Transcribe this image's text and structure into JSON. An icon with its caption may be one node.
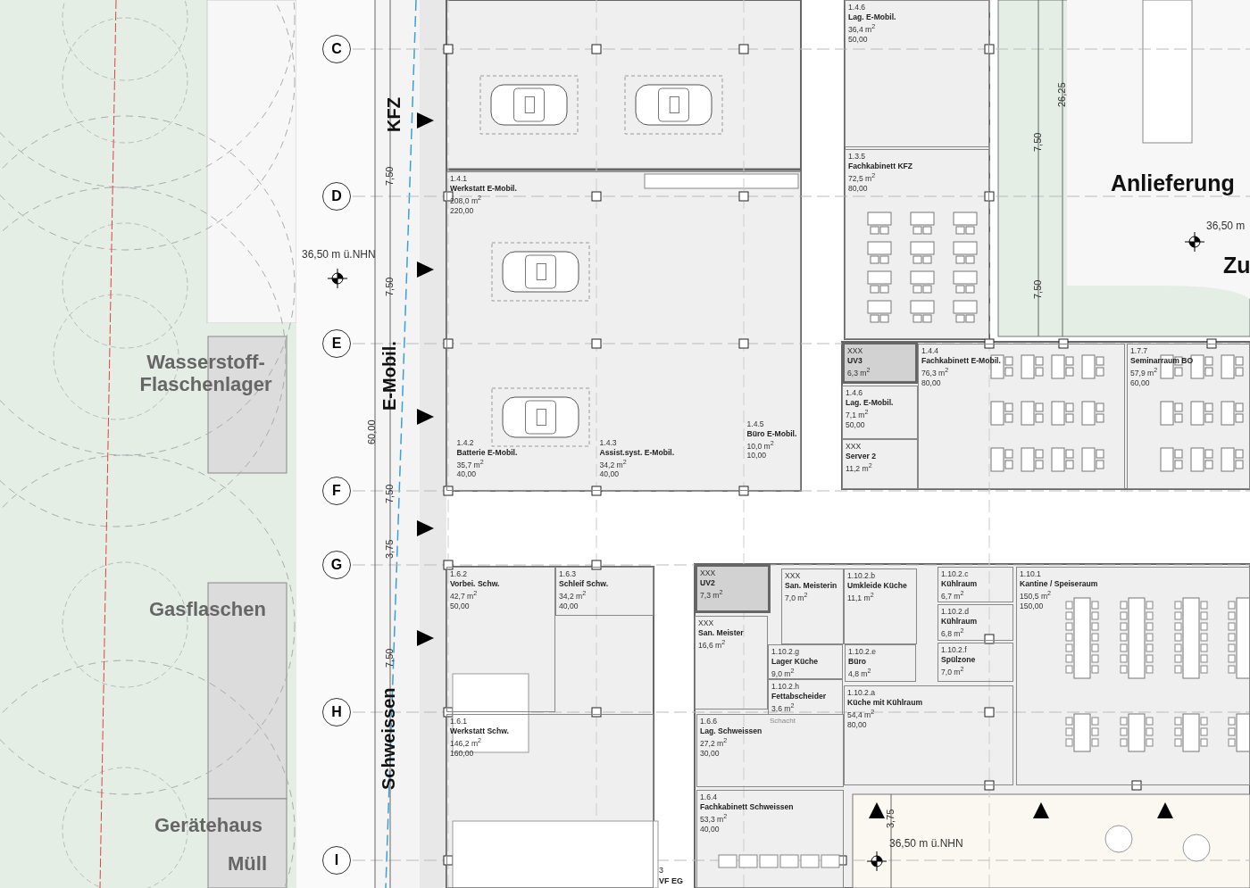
{
  "diagram": {
    "nodes": [
      {
        "text": [
          "C"
        ]
      },
      {
        "text": [
          "1.4.6",
          "Lag. E-Mobil.",
          "36,4 m$^{2}$",
          "50,00"
        ]
      },
      {
        "text": [
          "1.3.5",
          "Fachkabinett  KFZ",
          "72,5 m$^{2}$",
          "80,00"
        ]
      },
      {
        "text": [
          "D"
        ]
      },
      {
        "text": [
          "1.4.1",
          "Werkstatt E-Mobil.",
          "208,0 m$^{2}$",
          "220,00"
        ]
      },
      {
        "text": [
          "1.4.2",
          "Batterie E-Mobil.",
          "35,7 m$^{2}$",
          "40,00"
        ],
        "in": 4
      },
      {
        "text": [
          "1.4.3",
          "Assist.syst. E-Mobil.",
          "34,2 m$^{2}$",
          "40,00"
        ],
        "in": 4
      },
      {
        "text": [
          "1.4.5",
          "Büro E-Mobil.",
          "10,0 m$^{2}$",
          "10,00"
        ],
        "in": 4
      },
      {
        "text": [
          "E"
        ]
      },
      {
        "text": [
          "XXX",
          "UV3",
          "6,3 m$^{2}$"
        ]
      },
      {
        "text": [
          "1.4.4",
          "Fachkabinett E-Mobil.",
          "76,3 m$^{2}$",
          "80,00"
        ]
      },
      {
        "text": [
          "1.7.7",
          "Seminarraum BO",
          "57,9 m$^{2}$",
          "60,00"
        ]
      },
      {
        "text": [
          "1.4.6",
          "Lag. E-Mobil.",
          "7,1 m$^{2}$",
          "50,00"
        ]
      },
      {
        "text": [
          "XXX",
          "Server 2",
          "11,2 m$^{2}$"
        ]
      },
      {
        "text": [
          "F"
        ]
      },
      {
        "text": [
          "G"
        ]
      },
      {
        "text": [
          "1.6.2",
          "Vorbei. Schw.",
          "42,7 m$^{2}$",
          "50,00"
        ]
      },
      {
        "text": [
          "1.6.3",
          "Schleif Schw.",
          "34,2 m$^{2}$",
          "40,00"
        ]
      },
      {
        "text": [
          "XXX",
          "UV2",
          "7,3 m$^{2}$"
        ]
      },
      {
        "text": [
          "XXX",
          "San. Meisterin",
          "7,0 m$^{2}$"
        ]
      },
      {
        "text": [
          "1.10.2.b",
          "Umkleide Küche",
          "11,1 m$^{2}$"
        ]
      },
      {
        "text": [
          "1.10.2.c",
          "Kühlraum",
          "6,7 m$^{2}$"
        ]
      },
      {
        "text": [
          "1.10.1",
          "Kantine / Speiseraum",
          "150,5 m$^{2}$",
          "150,00"
        ]
      },
      {
        "text": [
          "1.10.2.d",
          "Kühlraum",
          "6,8 m$^{2}$"
        ]
      },
      {
        "text": [
          "XXX",
          "San. Meister",
          "16,6 m$^{2}$"
        ]
      },
      {
        "text": [
          "1.10.2.g",
          "Lager Küche",
          "9,0 m$^{2}$"
        ]
      },
      {
        "text": [
          "1.10.2.h",
          "Fettabscheider",
          "3,6 m$^{2}$"
        ]
      },
      {
        "text": [
          "1.10.2.e",
          "Büro",
          "4,8 m$^{2}$"
        ]
      },
      {
        "text": [
          "1.10.2.f",
          "Spülzone",
          "7,0 m$^{2}$"
        ]
      },
      {
        "text": [
          "H"
        ]
      },
      {
        "text": [
          "1.6.6",
          "Lag. Schweissen",
          "27,2 m$^{2}$",
          "30,00"
        ]
      },
      {
        "text": [
          "1.10.2.a",
          "Küche mit Kühlraum",
          "54,4 m$^{2}$",
          "80,00"
        ]
      },
      {
        "text": [
          "1.6.1",
          "Werkstatt Schw.",
          "146,2 m$^{2}$",
          "160,00"
        ]
      },
      {
        "text": [
          "1.6.4",
          "Fachkabinett Schweissen",
          "53,3 m$^{2}$",
          "40,00"
        ]
      },
      {
        "text": [
          "I"
        ]
      }
    ],
    "labels": [
      "36,50 m ü.NHN",
      "KFZ",
      "7,50",
      "Wasserstoff-Flaschenlager",
      "7,50",
      "60,00",
      "E-Mobil.",
      "7,50",
      "3,75",
      "Gasflaschen",
      "7,50",
      "Schweissen",
      "Gerätehaus",
      "Müll",
      "26,25",
      "7,50",
      "Anlieferung",
      "36,50 m",
      "7,50",
      "Zu",
      "Schacht",
      "3",
      "VF EG",
      "3,75",
      "36,50 m ü.NHN"
    ]
  }
}
